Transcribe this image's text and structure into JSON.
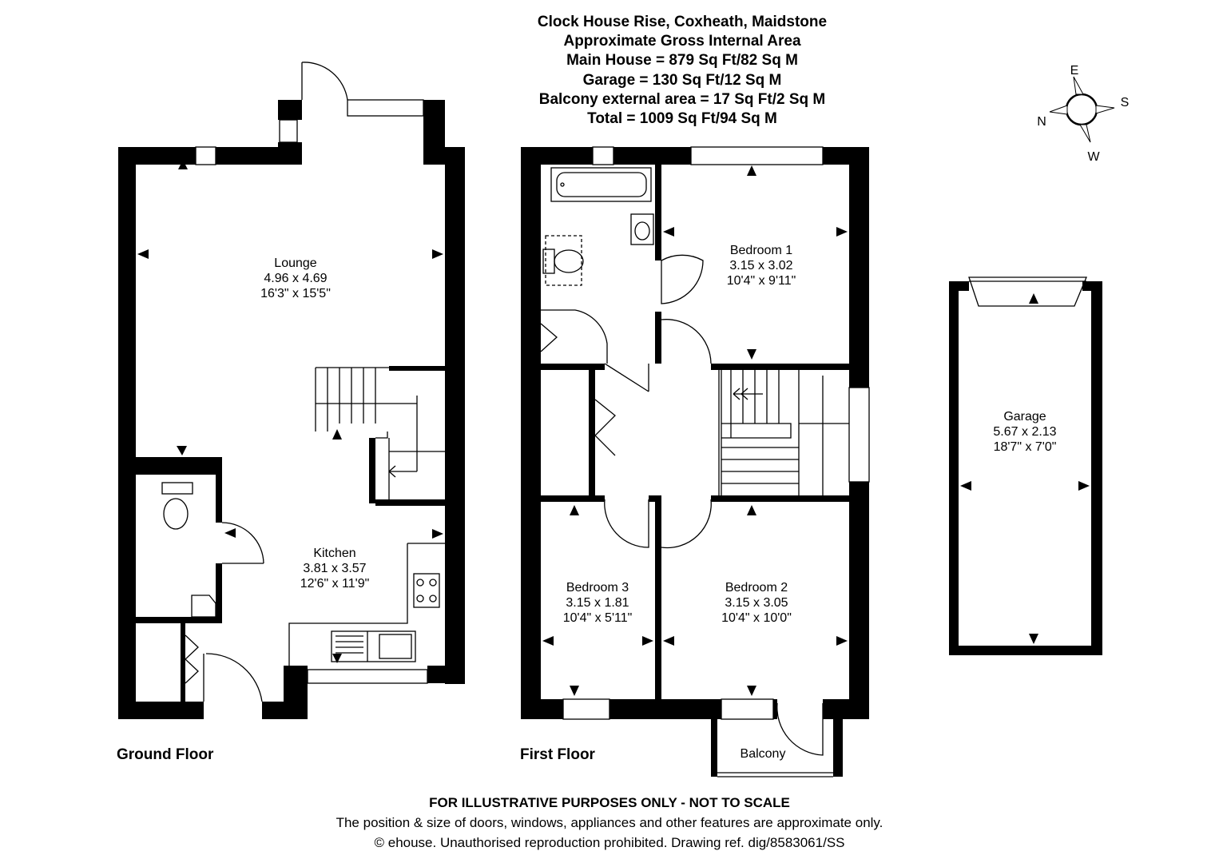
{
  "header": {
    "title": "Clock House Rise, Coxheath, Maidstone",
    "subtitle": "Approximate Gross Internal Area",
    "main_house": "Main House = 879 Sq Ft/82 Sq M",
    "garage": "Garage = 130 Sq Ft/12 Sq M",
    "balcony": "Balcony external area = 17 Sq Ft/2 Sq M",
    "total": "Total = 1009 Sq Ft/94 Sq M"
  },
  "compass": {
    "e": "E",
    "s": "S",
    "n": "N",
    "w": "W"
  },
  "ground_floor": {
    "label": "Ground Floor",
    "lounge": {
      "name": "Lounge",
      "metric": "4.96 x 4.69",
      "imperial": "16'3\" x 15'5\""
    },
    "kitchen": {
      "name": "Kitchen",
      "metric": "3.81 x 3.57",
      "imperial": "12'6\" x 11'9\""
    }
  },
  "first_floor": {
    "label": "First Floor",
    "bedroom1": {
      "name": "Bedroom 1",
      "metric": "3.15 x 3.02",
      "imperial": "10'4\" x 9'11\""
    },
    "bedroom2": {
      "name": "Bedroom 2",
      "metric": "3.15 x 3.05",
      "imperial": "10'4\" x 10'0\""
    },
    "bedroom3": {
      "name": "Bedroom 3",
      "metric": "3.15 x 1.81",
      "imperial": "10'4\" x 5'11\""
    },
    "balcony": "Balcony"
  },
  "garage": {
    "name": "Garage",
    "metric": "5.67 x 2.13",
    "imperial": "18'7\" x 7'0\""
  },
  "footer": {
    "disclaimer": "FOR ILLUSTRATIVE PURPOSES ONLY - NOT TO SCALE",
    "note": "The position & size of doors, windows, appliances and other features are approximate only.",
    "copyright": "© ehouse. Unauthorised reproduction prohibited. Drawing ref. dig/8583061/SS"
  }
}
